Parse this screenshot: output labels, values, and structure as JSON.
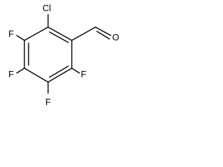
{
  "molecule": {
    "atoms": {
      "chlorine": "Cl",
      "oxygen": "O",
      "fluorine_upper_left": "F",
      "fluorine_middle_left": "F",
      "fluorine_bottom": "F",
      "fluorine_right": "F"
    }
  }
}
